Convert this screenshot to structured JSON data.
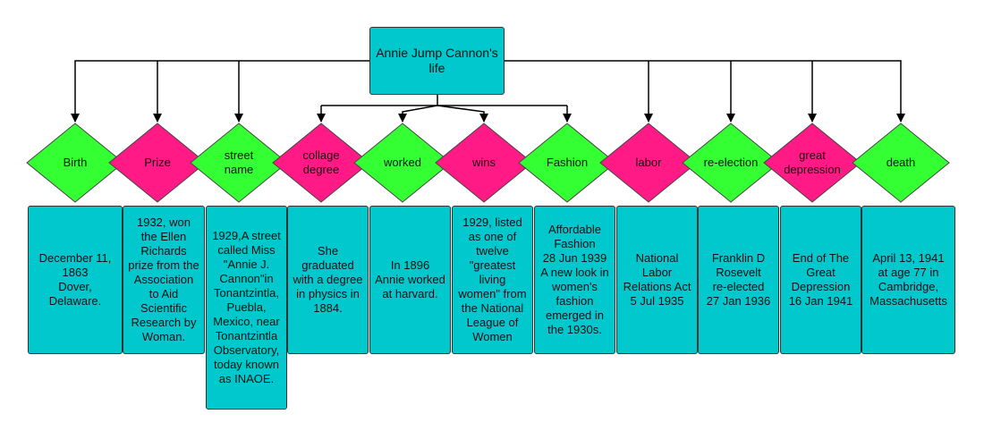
{
  "diagram": {
    "root": {
      "label": "Annie Jump Cannon's life",
      "color": "#00c8cc"
    },
    "colors": {
      "green": "#33ff33",
      "pink": "#ff1a86",
      "cyan": "#00c8cc"
    },
    "nodes": [
      {
        "id": "birth",
        "label": "Birth",
        "color": "green",
        "text": "December 11,\n1863\nDover,\nDelaware."
      },
      {
        "id": "prize",
        "label": "Prize",
        "color": "pink",
        "text": "1932, won\nthe Ellen\nRichards\nprize from the\nAssociation\nto Aid\nScientific\nResearch by\nWoman."
      },
      {
        "id": "street-name",
        "label": "street\nname",
        "color": "green",
        "text": "1929,A street\ncalled Miss\n\"Annie J.\nCannon\"in\nTonantzintla,\nPuebla,\nMexico, near\nTonantzintla\nObservatory,\ntoday known\nas INAOE."
      },
      {
        "id": "collage-degree",
        "label": "collage\ndegree",
        "color": "pink",
        "text": "She\ngraduated\nwith a degree\nin physics in\n1884."
      },
      {
        "id": "worked",
        "label": "worked",
        "color": "green",
        "text": "In 1896\nAnnie worked\nat harvard."
      },
      {
        "id": "wins",
        "label": "wins",
        "color": "pink",
        "text": "1929, listed\nas one of\ntwelve\n\"greatest\nliving\nwomen\" from\nthe National\nLeague of\nWomen"
      },
      {
        "id": "fashion",
        "label": "Fashion",
        "color": "green",
        "text": "Affordable\nFashion\n28 Jun 1939\nA new look in\nwomen's\nfashion\nemerged in\nthe 1930s."
      },
      {
        "id": "labor",
        "label": "labor",
        "color": "pink",
        "text": "National\nLabor\nRelations Act\n5 Jul 1935"
      },
      {
        "id": "re-election",
        "label": "re-election",
        "color": "green",
        "text": "Franklin D\nRosevelt\nre-elected\n27 Jan 1936"
      },
      {
        "id": "great-depression",
        "label": "great\ndepression",
        "color": "pink",
        "text": "End of The\nGreat\nDepression\n16 Jan 1941"
      },
      {
        "id": "death",
        "label": "death",
        "color": "green",
        "text": "April 13, 1941\nat age 77 in\nCambridge,\nMassachusetts"
      }
    ]
  }
}
